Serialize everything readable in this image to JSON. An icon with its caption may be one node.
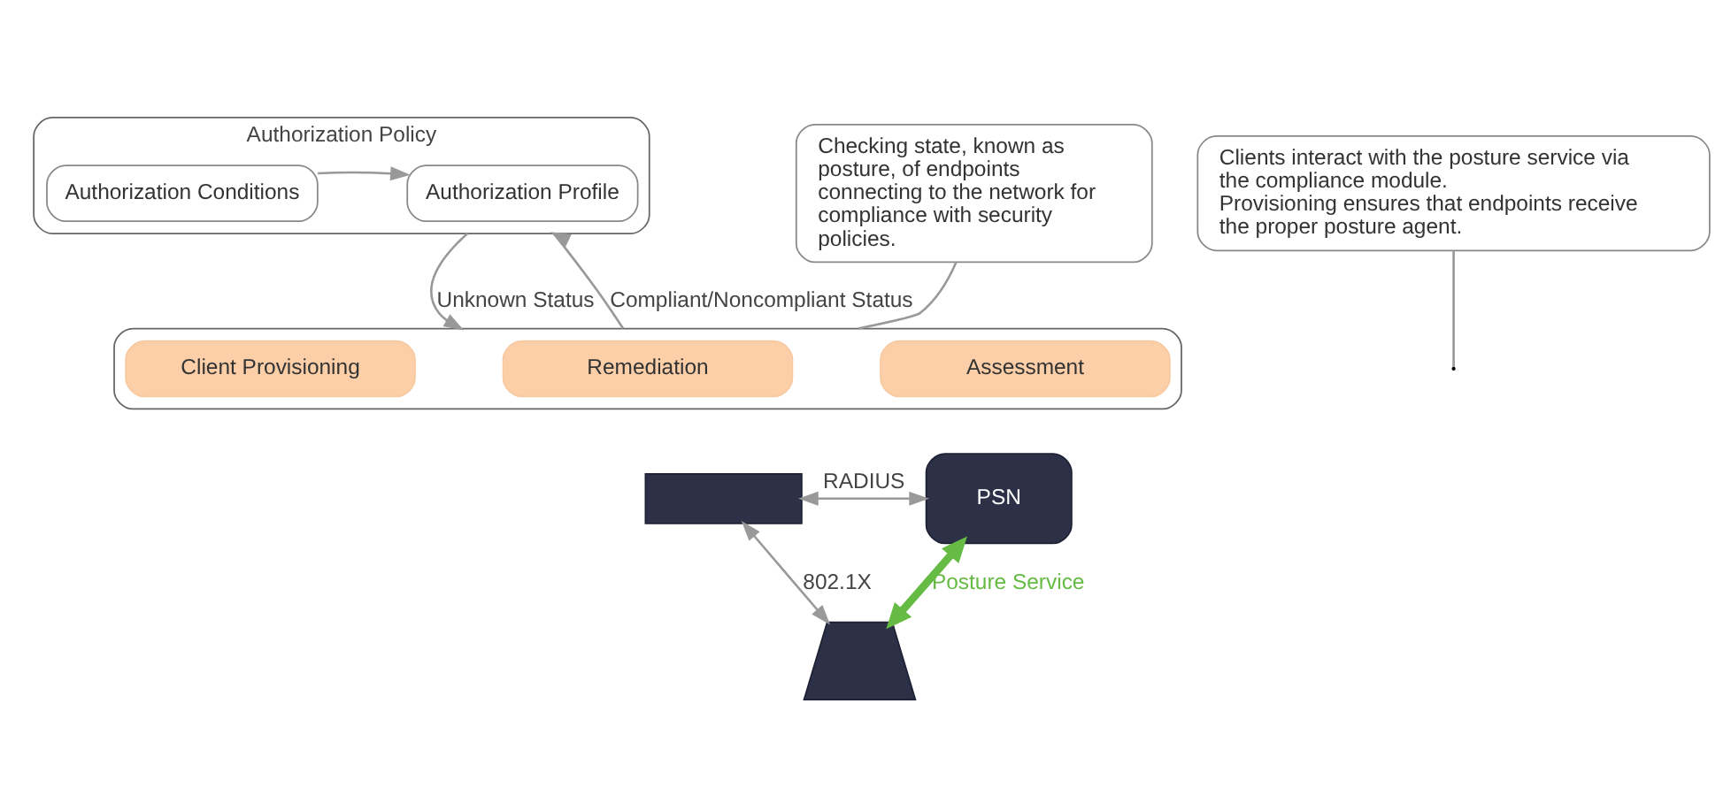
{
  "diagram": {
    "nodes": [
      {
        "text": [
          "Authorization Policy"
        ]
      },
      {
        "text": [
          "Authorization Conditions"
        ],
        "in": 0
      },
      {
        "text": [
          "Authorization Profile"
        ],
        "in": 0
      },
      {
        "text": [],
        "shape": "box"
      },
      {
        "text": [
          "Client Provisioning"
        ],
        "in": 3
      },
      {
        "text": [
          "Remediation"
        ],
        "in": 3
      },
      {
        "text": [
          "Assessment"
        ],
        "in": 3
      },
      {
        "text": [
          "Checking state, known as posture, of endpoints connecting to the network for compliance with security policies."
        ]
      },
      {
        "text": [],
        "shape": "box"
      },
      {
        "text": [
          "PSN"
        ]
      },
      {
        "text": [],
        "shape": "laptop"
      },
      {
        "text": [
          "Clients interact with the posture service via the compliance module.",
          "Provisioning ensures that endpoints receive the proper posture agent."
        ]
      }
    ],
    "edges": [
      {
        "from": 1,
        "to": 2,
        "arrow": "to"
      },
      {
        "from": 0,
        "to": 3,
        "arrow": "to",
        "label": "Unknown Status"
      },
      {
        "from": 3,
        "to": 0,
        "arrow": "to",
        "label": "Compliant/Noncompliant Status"
      },
      {
        "from": 7,
        "to": 3,
        "arrow": "none"
      },
      {
        "from": 8,
        "to": 9,
        "arrow": "both",
        "label": "RADIUS"
      },
      {
        "from": 8,
        "to": 10,
        "arrow": "both",
        "label": "802.1X"
      },
      {
        "from": 10,
        "to": 9,
        "arrow": "both",
        "label": "Posture Service",
        "style": "thick",
        "color": "#66bb44"
      },
      {
        "from": 11,
        "to": null,
        "arrow": "none"
      }
    ]
  }
}
